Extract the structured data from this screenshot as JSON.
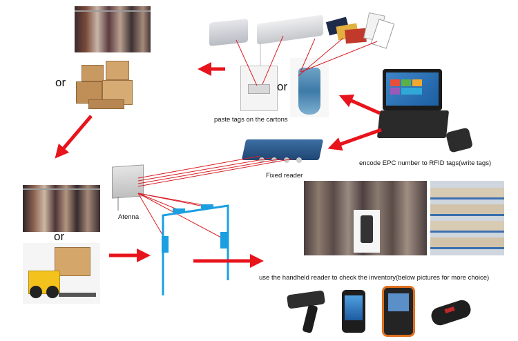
{
  "labels": {
    "paste_tags": "paste tags on the cartons",
    "encode": "encode EPC number to RFID tags(write tags)",
    "fixed_reader": "Fixed reader",
    "antenna": "Atenna",
    "handheld": "use the handheld reader to check the inventory(below pictures for more choice)"
  },
  "or_words": {
    "or1": "or",
    "or2": "or",
    "or3": "or"
  },
  "colors": {
    "arrow": "#e8141c",
    "signal_line": "#d81f26",
    "gate": "#1a9fe0",
    "reader": "#2a5c8a"
  }
}
